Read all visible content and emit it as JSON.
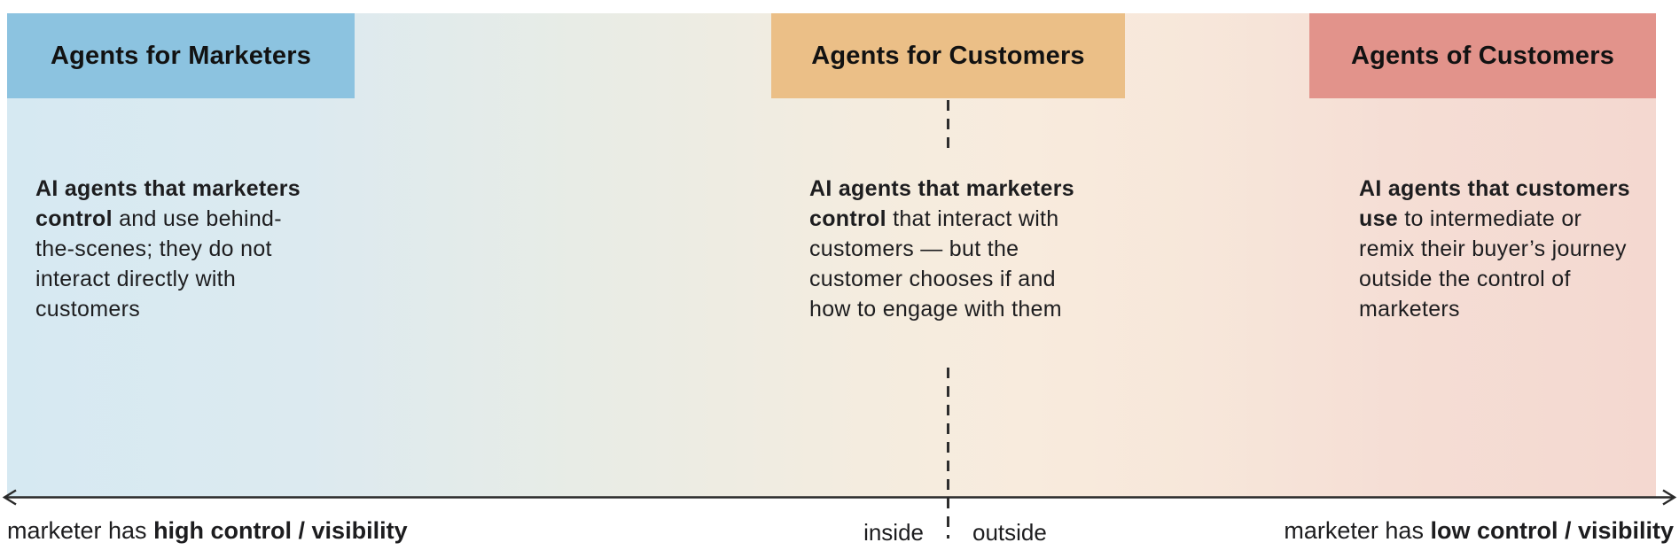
{
  "background": {
    "gradient_direction": "left-to-right",
    "gradient_stops": [
      "#d6e9f2 0%",
      "#dceaf0 18%",
      "#e9ece5 36%",
      "#f4ecdf 52%",
      "#f8ebdd 62%",
      "#f7e7da 72%",
      "#f5ded5 84%",
      "#f4d8d0 100%"
    ]
  },
  "columns": [
    {
      "id": "agents-for-marketers",
      "header": "Agents for Marketers",
      "header_color": "#8cc3e0",
      "description_bold": "AI agents that marketers control",
      "description_rest": " and use behind-the-scenes; they do not interact directly with customers"
    },
    {
      "id": "agents-for-customers",
      "header": "Agents for Customers",
      "header_color": "#ebbf87",
      "description_bold": "AI agents that marketers control",
      "description_rest": " that interact with customers — but the customer chooses if and how to engage with them"
    },
    {
      "id": "agents-of-customers",
      "header": "Agents of Customers",
      "header_color": "#e2938b",
      "description_bold": "AI agents that customers use",
      "description_rest": " to intermediate or remix their buyer’s journey outside the control of marketers"
    }
  ],
  "axis": {
    "line_color": "#2a2a2a",
    "dash_color": "#2d2d2d",
    "left_label_regular": "marketer has ",
    "left_label_bold": "high control / visibility",
    "right_label_regular": "marketer has ",
    "right_label_bold": "low control / visibility",
    "divider_left_label": "inside",
    "divider_right_label": "outside"
  }
}
